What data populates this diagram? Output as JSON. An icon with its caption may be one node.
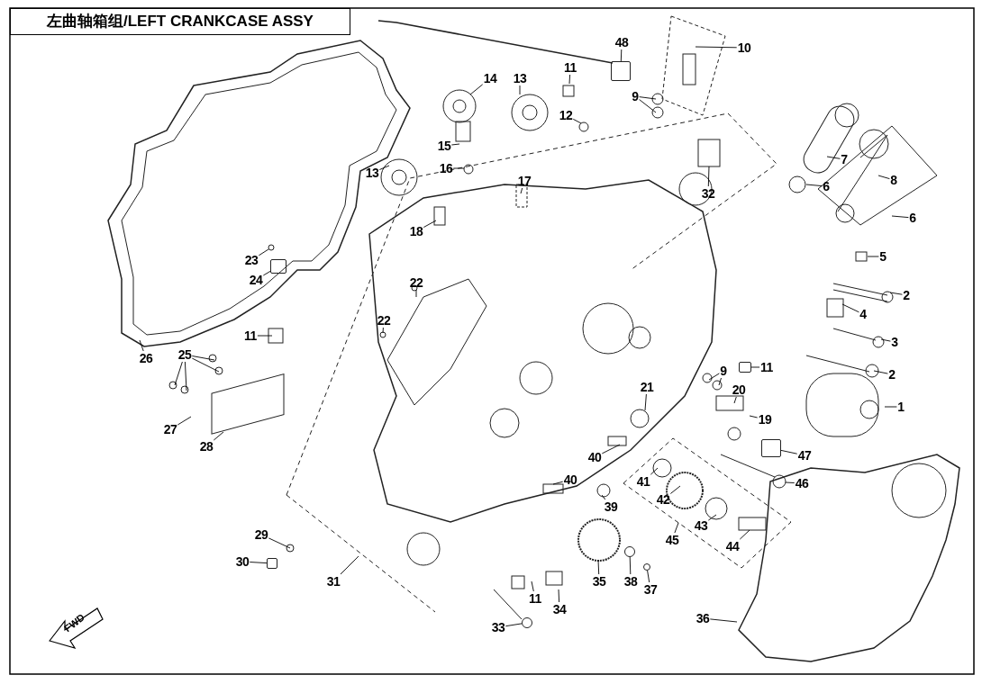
{
  "diagram": {
    "title": "左曲轴箱组/LEFT CRANKCASE ASSY",
    "nodes": [
      {
        "text": [
          "48"
        ]
      },
      {
        "text": [
          "10"
        ]
      },
      {
        "text": [
          "11"
        ]
      },
      {
        "text": [
          "14"
        ]
      },
      {
        "text": [
          "13"
        ]
      },
      {
        "text": [
          "9"
        ]
      },
      {
        "text": [
          "12"
        ]
      },
      {
        "text": [
          "15"
        ]
      },
      {
        "text": [
          "7"
        ]
      },
      {
        "text": [
          "16"
        ]
      },
      {
        "text": [
          "13"
        ]
      },
      {
        "text": [
          "8"
        ]
      },
      {
        "text": [
          "17"
        ]
      },
      {
        "text": [
          "6"
        ]
      },
      {
        "text": [
          "32"
        ]
      },
      {
        "text": [
          "6"
        ]
      },
      {
        "text": [
          "18"
        ]
      },
      {
        "text": [
          "5"
        ]
      },
      {
        "text": [
          "23"
        ]
      },
      {
        "text": [
          "24"
        ]
      },
      {
        "text": [
          "22"
        ]
      },
      {
        "text": [
          "2"
        ]
      },
      {
        "text": [
          "4"
        ]
      },
      {
        "text": [
          "22"
        ]
      },
      {
        "text": [
          "11"
        ]
      },
      {
        "text": [
          "3"
        ]
      },
      {
        "text": [
          "25"
        ]
      },
      {
        "text": [
          "26"
        ]
      },
      {
        "text": [
          "11"
        ]
      },
      {
        "text": [
          "9"
        ]
      },
      {
        "text": [
          "2"
        ]
      },
      {
        "text": [
          "21"
        ]
      },
      {
        "text": [
          "20"
        ]
      },
      {
        "text": [
          "1"
        ]
      },
      {
        "text": [
          "19"
        ]
      },
      {
        "text": [
          "27"
        ]
      },
      {
        "text": [
          "28"
        ]
      },
      {
        "text": [
          "40"
        ]
      },
      {
        "text": [
          "47"
        ]
      },
      {
        "text": [
          "41"
        ]
      },
      {
        "text": [
          "40"
        ]
      },
      {
        "text": [
          "46"
        ]
      },
      {
        "text": [
          "42"
        ]
      },
      {
        "text": [
          "39"
        ]
      },
      {
        "text": [
          "29"
        ]
      },
      {
        "text": [
          "43"
        ]
      },
      {
        "text": [
          "45"
        ]
      },
      {
        "text": [
          "44"
        ]
      },
      {
        "text": [
          "30"
        ]
      },
      {
        "text": [
          "31"
        ]
      },
      {
        "text": [
          "35"
        ]
      },
      {
        "text": [
          "38"
        ]
      },
      {
        "text": [
          "37"
        ]
      },
      {
        "text": [
          "11"
        ]
      },
      {
        "text": [
          "34"
        ]
      },
      {
        "text": [
          "36"
        ]
      },
      {
        "text": [
          "33"
        ]
      },
      {
        "text": [],
        "shape": "box"
      },
      {
        "text": [],
        "shape": "box"
      },
      {
        "text": [],
        "shape": "box"
      },
      {
        "text": [],
        "shape": "box"
      },
      {
        "text": [],
        "shape": "circle"
      },
      {
        "text": [],
        "shape": "circle"
      },
      {
        "text": [],
        "shape": "circle"
      },
      {
        "text": [],
        "shape": "box"
      }
    ],
    "edges": [
      {
        "from": 0,
        "to": 57,
        "arrow": "none"
      },
      {
        "from": 1,
        "to": null,
        "arrow": "none"
      },
      {
        "from": 2,
        "to": null,
        "arrow": "none"
      },
      {
        "from": 3,
        "to": null,
        "arrow": "none"
      },
      {
        "from": 4,
        "to": null,
        "arrow": "none"
      },
      {
        "from": 5,
        "to": null,
        "arrow": "none"
      },
      {
        "from": 5,
        "to": null,
        "arrow": "none"
      },
      {
        "from": 6,
        "to": null,
        "arrow": "none"
      },
      {
        "from": 7,
        "to": null,
        "arrow": "none"
      },
      {
        "from": 8,
        "to": null,
        "arrow": "none"
      },
      {
        "from": 9,
        "to": null,
        "arrow": "none"
      },
      {
        "from": 10,
        "to": null,
        "arrow": "none"
      },
      {
        "from": 11,
        "to": null,
        "arrow": "none"
      },
      {
        "from": 12,
        "to": null,
        "arrow": "none"
      },
      {
        "from": 13,
        "to": null,
        "arrow": "none"
      },
      {
        "from": 14,
        "to": null,
        "arrow": "none"
      },
      {
        "from": 15,
        "to": null,
        "arrow": "none"
      },
      {
        "from": 16,
        "to": null,
        "arrow": "none"
      },
      {
        "from": 17,
        "to": null,
        "arrow": "none"
      },
      {
        "from": 18,
        "to": null,
        "arrow": "none"
      },
      {
        "from": 19,
        "to": 64,
        "arrow": "none"
      },
      {
        "from": 20,
        "to": null,
        "arrow": "none"
      },
      {
        "from": 21,
        "to": null,
        "arrow": "none"
      },
      {
        "from": 22,
        "to": null,
        "arrow": "none"
      },
      {
        "from": 23,
        "to": null,
        "arrow": "none"
      },
      {
        "from": 24,
        "to": null,
        "arrow": "none"
      },
      {
        "from": 25,
        "to": null,
        "arrow": "none"
      },
      {
        "from": 26,
        "to": null,
        "arrow": "none"
      },
      {
        "from": 26,
        "to": null,
        "arrow": "none"
      },
      {
        "from": 26,
        "to": null,
        "arrow": "none"
      },
      {
        "from": 26,
        "to": null,
        "arrow": "none"
      },
      {
        "from": 27,
        "to": null,
        "arrow": "none"
      },
      {
        "from": 28,
        "to": 58,
        "arrow": "none"
      },
      {
        "from": 29,
        "to": null,
        "arrow": "none"
      },
      {
        "from": 29,
        "to": null,
        "arrow": "none"
      },
      {
        "from": 30,
        "to": null,
        "arrow": "none"
      },
      {
        "from": 31,
        "to": null,
        "arrow": "none"
      },
      {
        "from": 32,
        "to": null,
        "arrow": "none"
      },
      {
        "from": 33,
        "to": null,
        "arrow": "none"
      },
      {
        "from": 34,
        "to": null,
        "arrow": "none"
      },
      {
        "from": 35,
        "to": null,
        "arrow": "none"
      },
      {
        "from": 36,
        "to": null,
        "arrow": "none"
      },
      {
        "from": 37,
        "to": null,
        "arrow": "none"
      },
      {
        "from": 38,
        "to": 59,
        "arrow": "none"
      },
      {
        "from": 39,
        "to": null,
        "arrow": "none"
      },
      {
        "from": 40,
        "to": null,
        "arrow": "none"
      },
      {
        "from": 41,
        "to": null,
        "arrow": "none"
      },
      {
        "from": 42,
        "to": null,
        "arrow": "none"
      },
      {
        "from": 43,
        "to": null,
        "arrow": "none"
      },
      {
        "from": 44,
        "to": null,
        "arrow": "none"
      },
      {
        "from": 45,
        "to": null,
        "arrow": "none"
      },
      {
        "from": 46,
        "to": null,
        "arrow": "none"
      },
      {
        "from": 47,
        "to": null,
        "arrow": "none"
      },
      {
        "from": 48,
        "to": 60,
        "arrow": "none"
      },
      {
        "from": 49,
        "to": null,
        "arrow": "none"
      },
      {
        "from": 50,
        "to": null,
        "arrow": "none"
      },
      {
        "from": 51,
        "to": 63,
        "arrow": "none"
      },
      {
        "from": 52,
        "to": 61,
        "arrow": "none"
      },
      {
        "from": 53,
        "to": null,
        "arrow": "none"
      },
      {
        "from": 54,
        "to": null,
        "arrow": "none"
      },
      {
        "from": 55,
        "to": null,
        "arrow": "none"
      },
      {
        "from": 56,
        "to": 62,
        "arrow": "none"
      }
    ],
    "labels": [
      "FWD"
    ]
  }
}
